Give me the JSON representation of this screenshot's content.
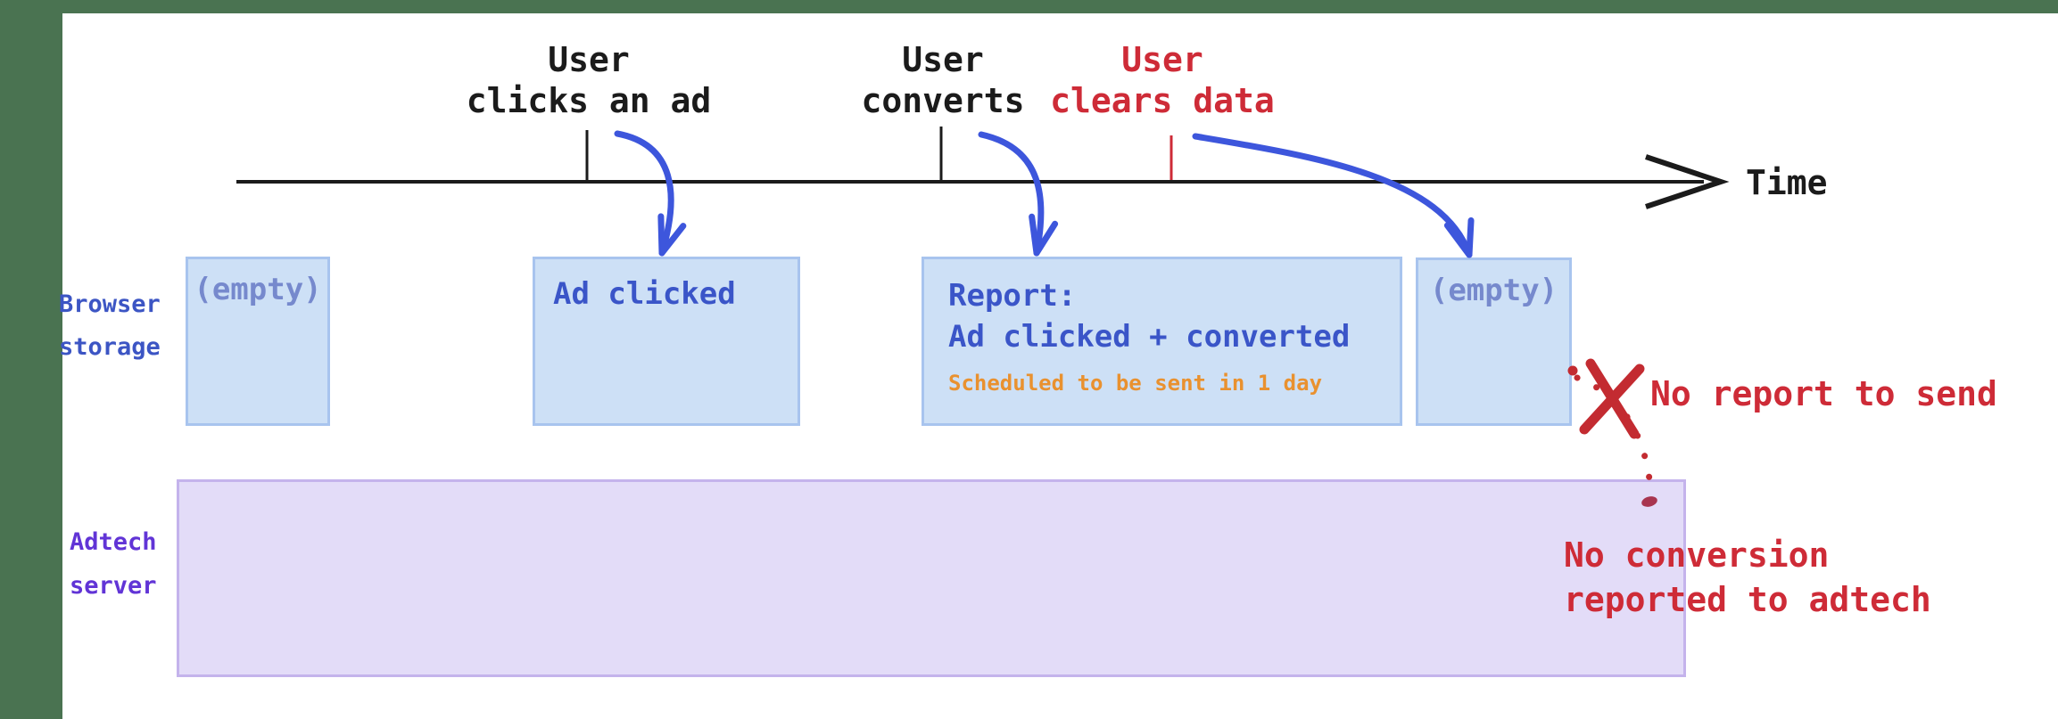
{
  "colors": {
    "frame_green": "#4A7351",
    "canvas_white": "#FFFFFF",
    "timeline_black": "#1B1B1B",
    "arrow_blue": "#3D56DC",
    "box_fill_blue": "#CDE0F6",
    "box_border_blue": "#A8C4EE",
    "box_text_blue": "#3A55C8",
    "empty_text_blue": "#7689CD",
    "note_orange": "#E9912F",
    "server_fill_purple": "#E3DCF8",
    "server_border_purple": "#C4B3EC",
    "server_label_purple": "#6134D6",
    "browser_label_blue": "#3C55C4",
    "annotation_red": "#CE2B37"
  },
  "timeline": {
    "axis_label": "Time",
    "events": [
      {
        "line1": "User",
        "line2": "clicks an ad",
        "color": "#1B1B1B"
      },
      {
        "line1": "User",
        "line2": "converts",
        "color": "#1B1B1B"
      },
      {
        "line1": "User",
        "line2": "clears data",
        "color": "#CE2B37"
      }
    ]
  },
  "rows": [
    {
      "line1": "Browser",
      "line2": "storage"
    },
    {
      "line1": "Adtech",
      "line2": "server"
    }
  ],
  "browser_storage_boxes": [
    {
      "text": "(empty)"
    },
    {
      "text": "Ad clicked"
    },
    {
      "title": "Report:",
      "detail": "Ad clicked + converted",
      "note": "Scheduled to be sent in 1 day"
    },
    {
      "text": "(empty)"
    }
  ],
  "annotations": {
    "no_report": "No report to send",
    "no_conversion_line1": "No conversion",
    "no_conversion_line2": "reported to adtech"
  }
}
